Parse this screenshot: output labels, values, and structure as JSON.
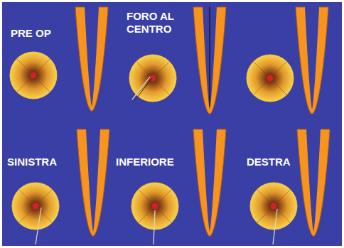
{
  "diagram": {
    "labels": [
      "PRE OP",
      "FORO AL CENTRO",
      "SINISTRA",
      "INFERIORE",
      "DESTRA"
    ]
  }
}
